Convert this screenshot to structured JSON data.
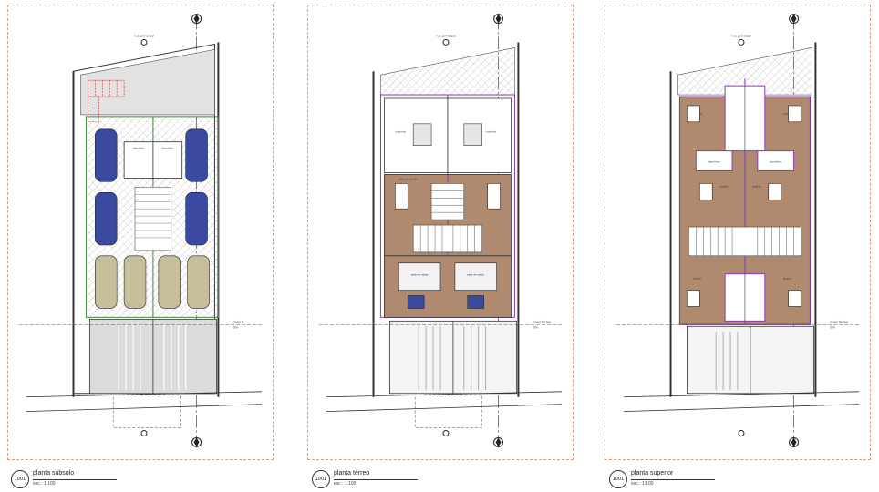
{
  "sheets": [
    {
      "id": "sheet-basement",
      "view_number": "1001",
      "title": "planta subsolo",
      "scale": "esc.: 1:100",
      "level_label": "nível 0",
      "level_label_2": "0m",
      "north_label": "rua principal"
    },
    {
      "id": "sheet-ground",
      "view_number": "1001",
      "title": "planta térreo",
      "scale": "esc.: 1:100",
      "level_label": "nível térreo",
      "level_label_2": "0m",
      "north_label": "rua principal"
    },
    {
      "id": "sheet-upper",
      "view_number": "1001",
      "title": "planta superior",
      "scale": "esc.: 1:100",
      "level_label": "nível térreo",
      "level_label_2": "0m",
      "north_label": "rua principal"
    }
  ],
  "rooms": {
    "storage": "depósito",
    "kitchen": "cozinha",
    "dining": "sala de jantar",
    "living": "sala de estar",
    "bedroom": "quarto",
    "suite": "suíte",
    "bath": "banheiro"
  },
  "colors": {
    "sheet_border": "#e39a7a",
    "wood_floor": "#b08a6e",
    "hatch": "#9a9a9a",
    "car_blue": "#3a4aa0",
    "car_beige": "#c8bf9a",
    "green_line": "#3a8a3a",
    "purple_line": "#8a3ab0",
    "red_dash": "#d03030"
  }
}
